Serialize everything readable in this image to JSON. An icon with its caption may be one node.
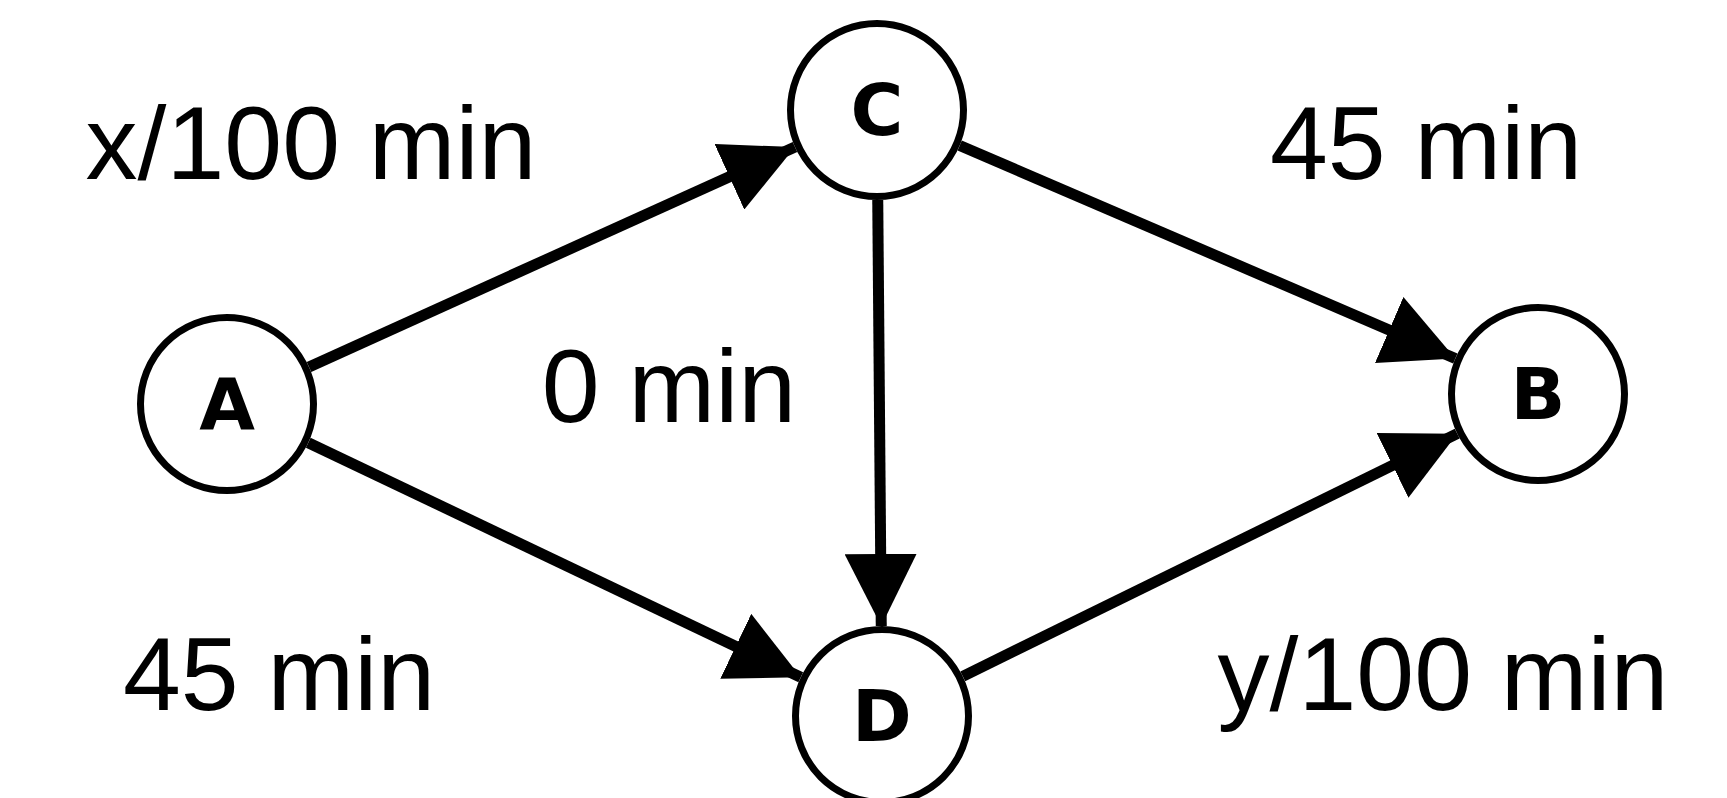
{
  "diagram": {
    "nodes": [
      {
        "text": [
          "A"
        ]
      },
      {
        "text": [
          "C"
        ]
      },
      {
        "text": [
          "B"
        ]
      },
      {
        "text": [
          "D"
        ]
      }
    ],
    "edges": [
      {
        "from": 0,
        "to": 1,
        "arrow": "to",
        "label": "x/100 min"
      },
      {
        "from": 1,
        "to": 2,
        "arrow": "to",
        "label": "45 min"
      },
      {
        "from": 1,
        "to": 3,
        "arrow": "to",
        "label": "0 min"
      },
      {
        "from": 0,
        "to": 3,
        "arrow": "to",
        "label": "45 min"
      },
      {
        "from": 3,
        "to": 2,
        "arrow": "to",
        "label": "y/100 min"
      }
    ]
  }
}
